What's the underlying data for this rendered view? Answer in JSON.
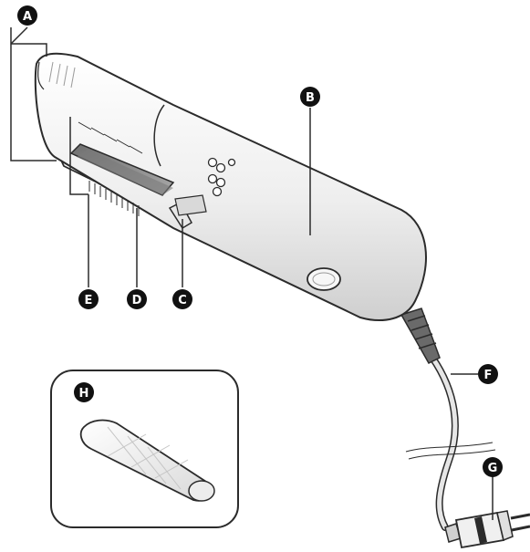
{
  "diagram": {
    "labels": {
      "A": "A",
      "B": "B",
      "C": "C",
      "D": "D",
      "E": "E",
      "F": "F",
      "G": "G",
      "H": "H"
    },
    "colors": {
      "outline": "#2b2b2b",
      "body": "#f1f1f1",
      "shade": "#d6d6d6",
      "plate": "#8c8c8c",
      "badge": "#111111"
    }
  }
}
